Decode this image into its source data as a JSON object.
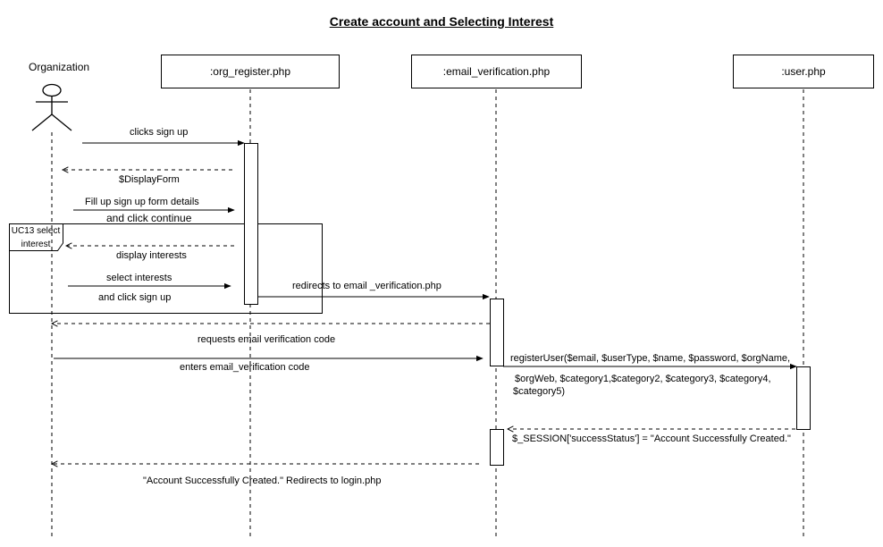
{
  "title": "Create account and Selecting Interest",
  "actor": {
    "name": "Organization"
  },
  "participants": [
    ":org_register.php",
    ":email_verification.php",
    ":user.php"
  ],
  "frame": {
    "label_line1": "UC13 select",
    "label_line2": "interest"
  },
  "messages": {
    "m1": "clicks sign up",
    "m2": "$DisplayForm",
    "m3a": "Fill up sign up form details",
    "m3b": "and click continue",
    "m4": "display interests",
    "m5a": "select interests",
    "m5b": "and click sign up",
    "m6": "redirects to email _verification.php",
    "m7": "requests email verification code",
    "m8": "enters email_verification code",
    "m9a": "registerUser($email, $userType, $name, $password, $orgName,",
    "m9b": "$orgWeb, $category1,$category2, $category3, $category4,",
    "m9c": "$category5)",
    "m10": "$_SESSION['successStatus'] = \"Account Successfully Created.\"",
    "m11": "\"Account Successfully Created.\" Redirects to login.php"
  }
}
